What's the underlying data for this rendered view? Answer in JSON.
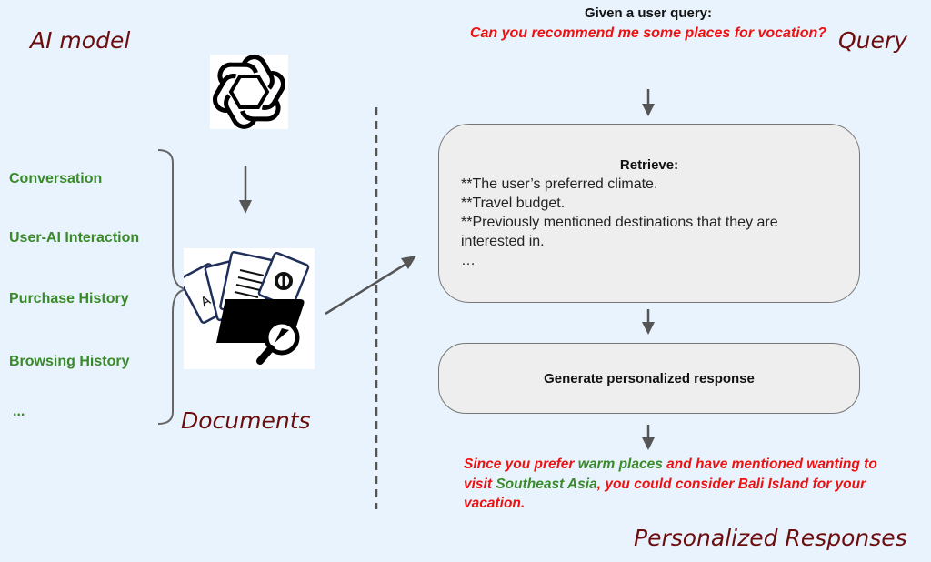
{
  "sections": {
    "ai_model": "AI model",
    "query": "Query",
    "documents": "Documents",
    "personalized_responses": "Personalized Responses"
  },
  "sources": [
    {
      "label": "Conversation"
    },
    {
      "label": "User-AI Interaction"
    },
    {
      "label": "Purchase History"
    },
    {
      "label": "Browsing History"
    },
    {
      "label": "..."
    }
  ],
  "query": {
    "heading": "Given a user query:",
    "text": "Can you recommend me some places for vocation?"
  },
  "retrieve": {
    "title": "Retrieve:",
    "lines": [
      "**The user’s preferred climate.",
      "**Travel budget.",
      "**Previously mentioned destinations that they are interested in.",
      "…"
    ]
  },
  "generate": {
    "label": "Generate personalized response"
  },
  "answer": {
    "segments": [
      {
        "text": "Since you prefer ",
        "emphasis": false
      },
      {
        "text": "warm places",
        "emphasis": true
      },
      {
        "text": " and have mentioned wanting to visit ",
        "emphasis": false
      },
      {
        "text": "Southeast Asia",
        "emphasis": true
      },
      {
        "text": ", you could consider Bali Island for your vacation.",
        "emphasis": false
      }
    ]
  },
  "icons": {
    "ai_model": "openai-logo-icon",
    "documents": "documents-folder-search-icon"
  },
  "colors": {
    "background": "#e9f3fd",
    "section_title": "#6b0d0d",
    "source_item": "#3a8a2a",
    "query_text": "#ee1111",
    "arrow": "#555555",
    "box_fill": "#eeeeee"
  }
}
